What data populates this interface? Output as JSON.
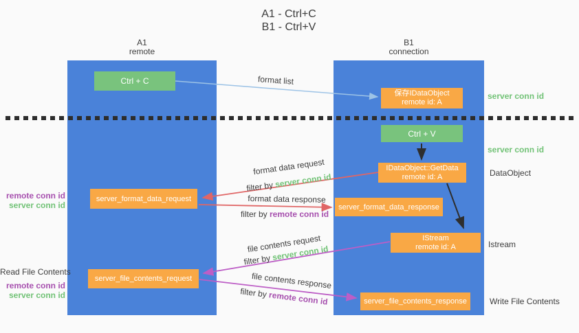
{
  "title": {
    "line1": "A1 - Ctrl+C",
    "line2": "B1 - Ctrl+V"
  },
  "lanes": {
    "left": {
      "name": "A1",
      "role": "remote"
    },
    "right": {
      "name": "B1",
      "role": "connection"
    }
  },
  "nodes": {
    "ctrl_c": {
      "label": "Ctrl + C"
    },
    "save_idataobject": {
      "line1": "保存IDataObject",
      "line2": "remote id: A"
    },
    "ctrl_v": {
      "label": "Ctrl + V"
    },
    "getdata": {
      "line1": "IDataObject::GetData",
      "line2": "remote id: A"
    },
    "istream": {
      "line1": "IStream",
      "line2": "remote id: A"
    },
    "format_data_request": {
      "label": "server_format_data_request"
    },
    "format_data_response": {
      "label": "server_format_data_response"
    },
    "file_contents_request": {
      "label": "server_file_contents_request"
    },
    "file_contents_response": {
      "label": "server_file_contents_response"
    }
  },
  "edges": {
    "format_list": {
      "label": "format list"
    },
    "format_data_request": {
      "label": "format data request",
      "filter_prefix": "filter by",
      "filter_key": "server conn id"
    },
    "format_data_response": {
      "label": "format data response",
      "filter_prefix": "filter by",
      "filter_key": "remote conn id"
    },
    "file_contents_request": {
      "label": "file contents request",
      "filter_prefix": "filter by",
      "filter_key": "server conn id"
    },
    "file_contents_response": {
      "label": "file contents response",
      "filter_prefix": "filter by",
      "filter_key": "remote conn id"
    }
  },
  "annotations": {
    "left_format_remote": "remote conn id",
    "left_format_server": "server conn id",
    "left_file_title": "Read File Contents",
    "left_file_remote": "remote conn id",
    "left_file_server": "server conn id",
    "right_conn_top": "server conn id",
    "right_conn_mid": "server conn id",
    "right_dataobject": "DataObject",
    "right_istream": "Istream",
    "right_write_file": "Write File Contents"
  },
  "colors": {
    "lane_blue": "#4a82d9",
    "node_green": "#79c37d",
    "node_orange": "#f9a845",
    "text_dark": "#3c3c3c",
    "conn_id_green": "#71c276",
    "conn_id_purple": "#a64fae",
    "arrow_red": "#e06666",
    "arrow_magenta": "#bd5ec6",
    "arrow_light_blue": "#9dc3e6",
    "arrow_black": "#2e2e2e",
    "background": "#fafafa"
  }
}
